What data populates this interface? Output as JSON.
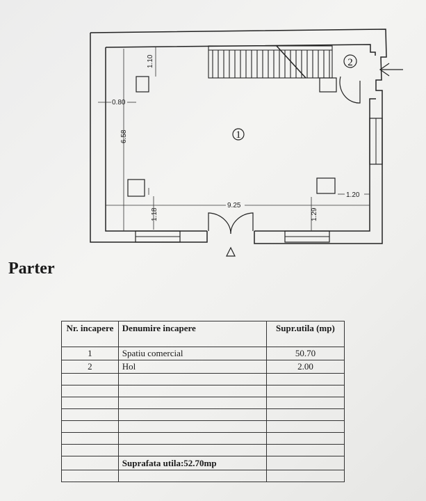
{
  "plan": {
    "room_1_marker": "1",
    "room_2_marker": "2",
    "dim_wall_thickness": "0.80",
    "dim_top_offset": "1.10",
    "dim_height": "6.58",
    "dim_bottom_left": "1.18",
    "dim_width": "9.25",
    "dim_bottom_right": "1.29",
    "dim_right": "1.20"
  },
  "floor_label": "Parter",
  "table": {
    "headers": {
      "nr": "Nr. incapere",
      "name": "Denumire incapere",
      "area": "Supr.utila (mp)"
    },
    "rows": [
      {
        "nr": "1",
        "name": "Spatiu comercial",
        "area": "50.70"
      },
      {
        "nr": "2",
        "name": "Hol",
        "area": "2.00"
      }
    ],
    "total": "Suprafata utila:52.70mp"
  }
}
